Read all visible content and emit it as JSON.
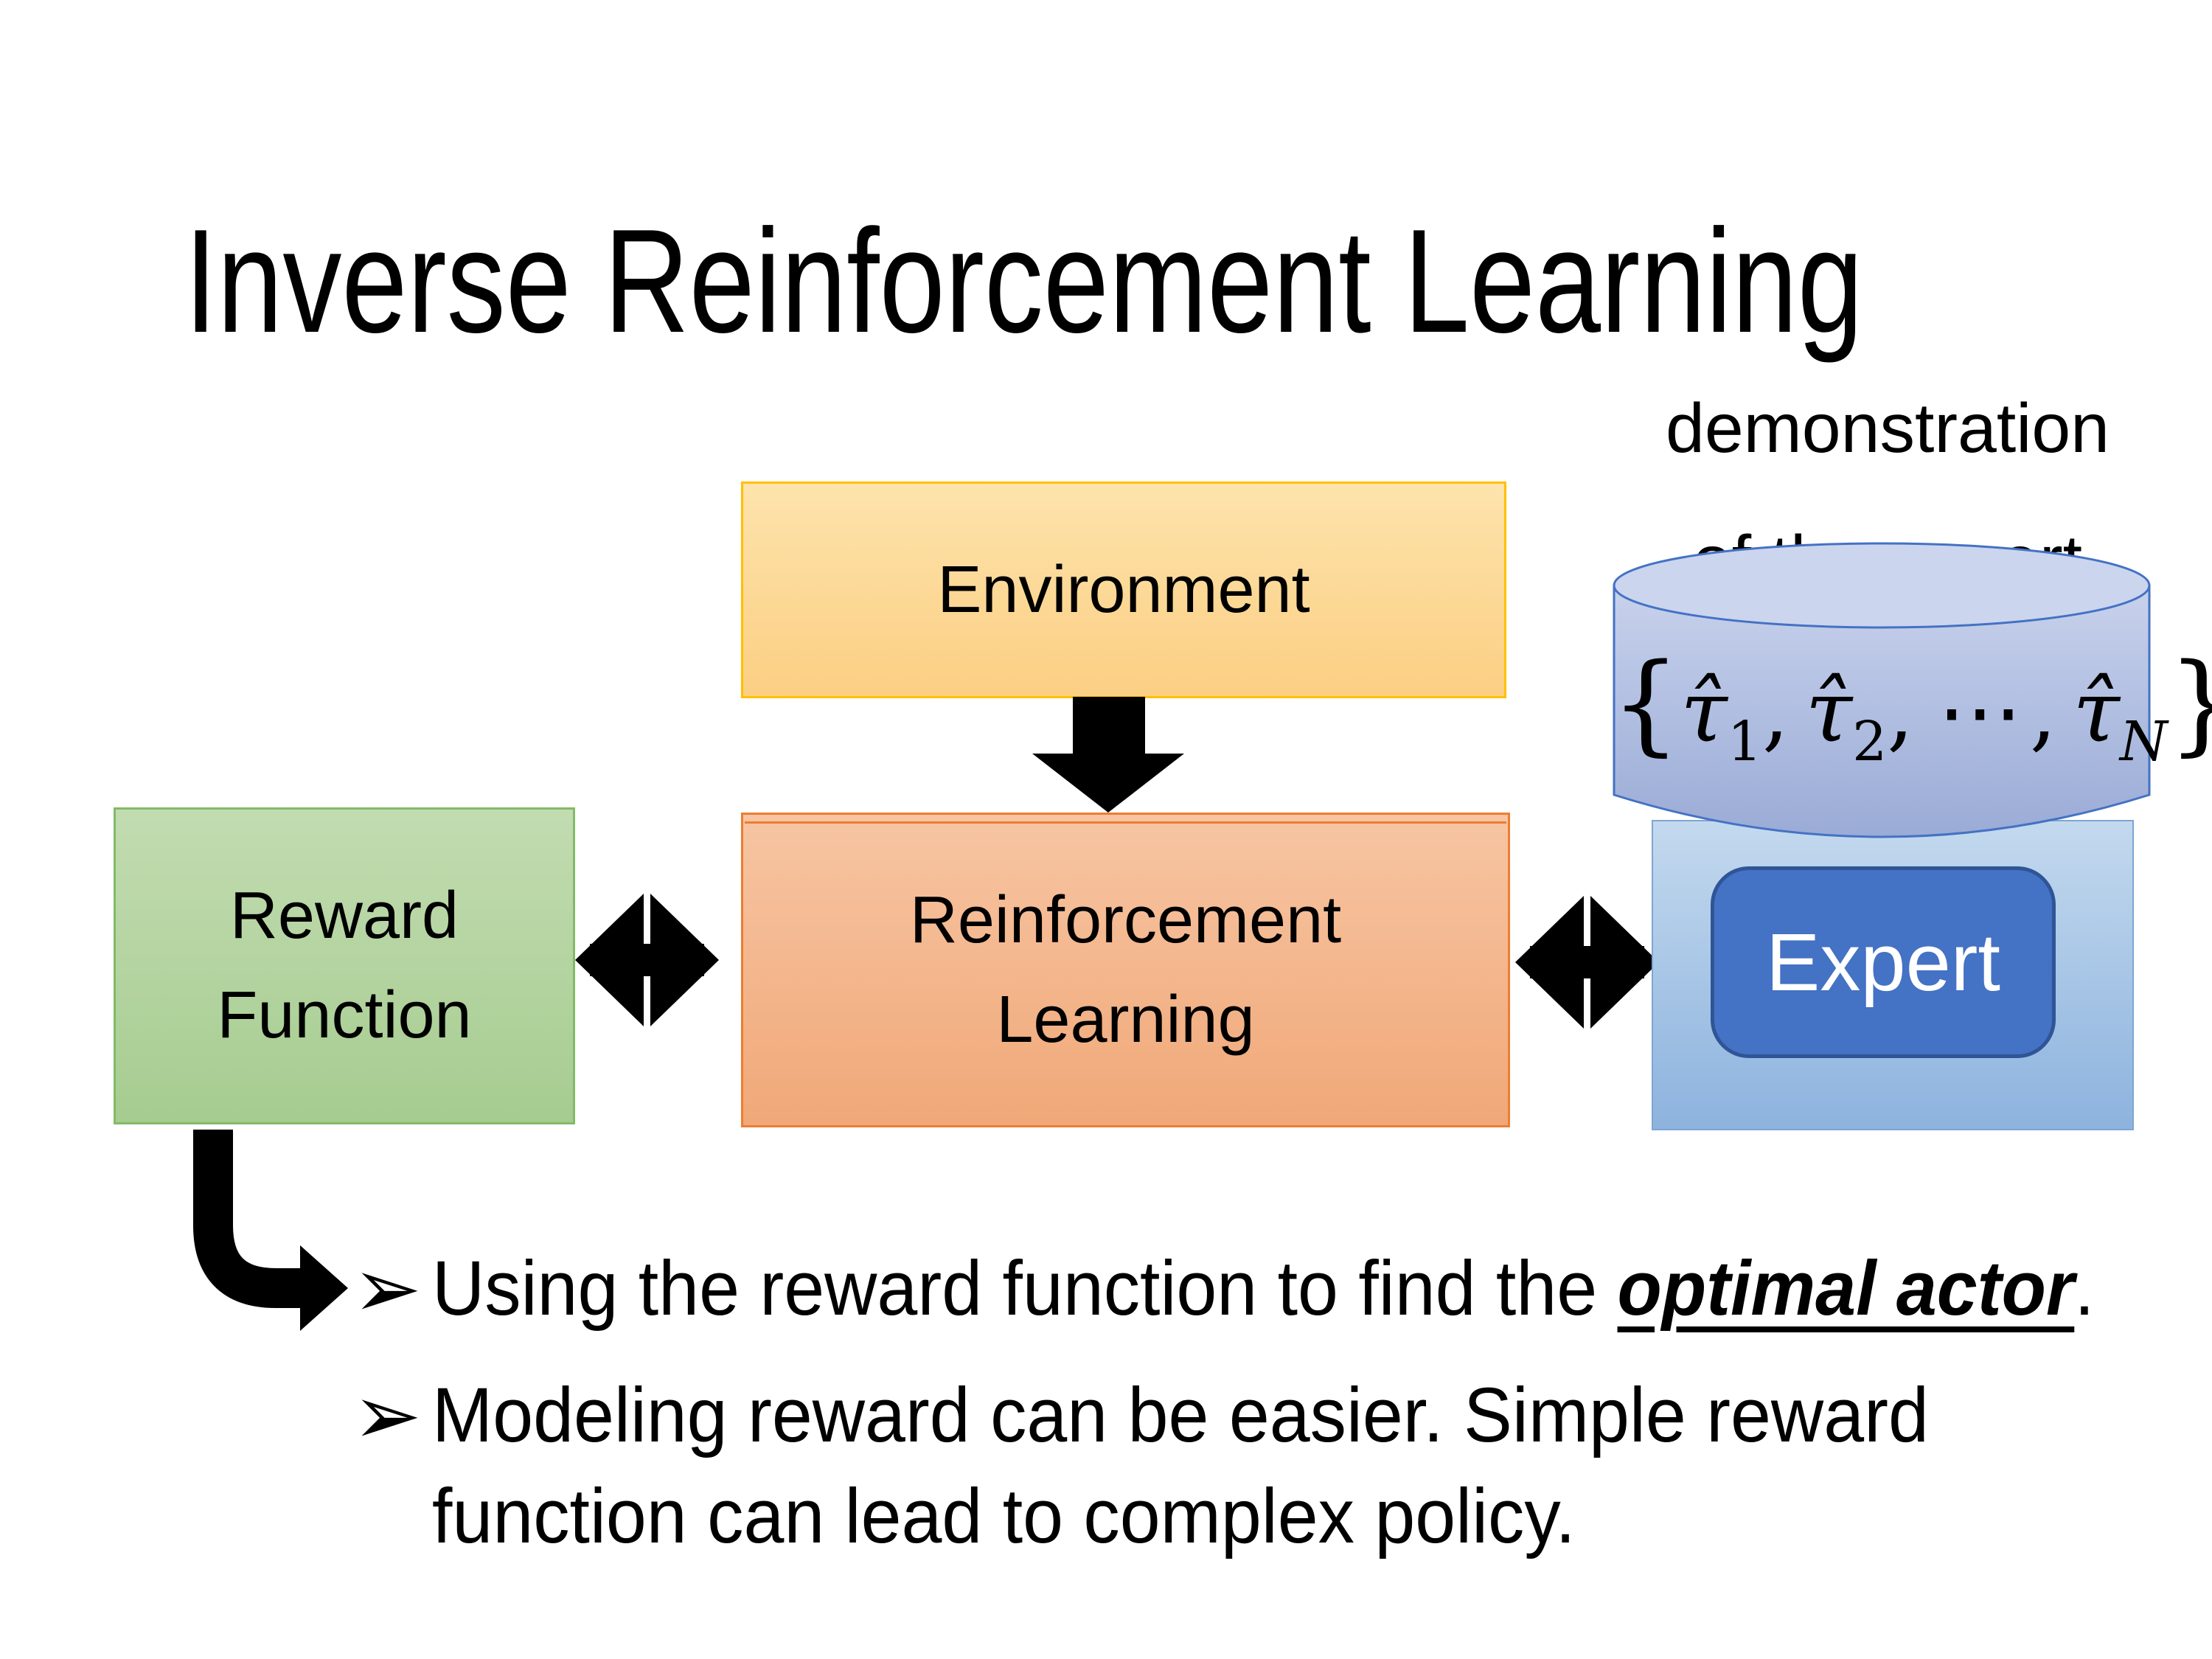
{
  "slide": {
    "title": "Inverse Reinforcement Learning",
    "annotation": {
      "line1": "demonstration",
      "line2": "of the expert"
    },
    "boxes": {
      "environment": {
        "label": "Environment"
      },
      "reward": {
        "line1": "Reward",
        "line2": "Function"
      },
      "rl": {
        "line1": "Reinforcement",
        "line2": "Learning"
      },
      "expert": {
        "label": "Expert"
      }
    },
    "dataset": {
      "open": "{",
      "tau": "τ̂",
      "sub1": "1",
      "sub2": "2",
      "subN": "N",
      "sep": ",",
      "dots": "⋯",
      "close": "}"
    },
    "bullets": {
      "marker": "➢",
      "item1": {
        "before": "Using the reward function to find the ",
        "highlight": "optimal actor",
        "after": "."
      },
      "item2": {
        "line1": "Modeling reward can be easier. Simple reward",
        "line2": "function can lead to complex policy."
      }
    }
  },
  "colors": {
    "canvas-bg": "#ffffff",
    "text": "#000000",
    "arrow": "#000000",
    "env-fill-top": "#fde3ac",
    "env-fill-bottom": "#fccf83",
    "env-border": "#ffc002",
    "rl-fill-top": "#f7c5a3",
    "rl-fill-bottom": "#f0a878",
    "rl-border": "#ed7d31",
    "reward-fill-top": "#c2dcb1",
    "reward-fill-bottom": "#a6cc90",
    "reward-border": "#82ba67",
    "panel-fill-top": "#c3d9ee",
    "panel-fill-bottom": "#8db3de",
    "panel-border": "#7ea6d2",
    "expert-fill": "#4472c4",
    "expert-border": "#2f5597",
    "expert-text": "#ffffff",
    "cyl-fill-top": "#c8d2ec",
    "cyl-fill-bottom": "#9aabd6",
    "cyl-top-fill": "#ccd5ee",
    "cyl-border": "#4472c4"
  }
}
